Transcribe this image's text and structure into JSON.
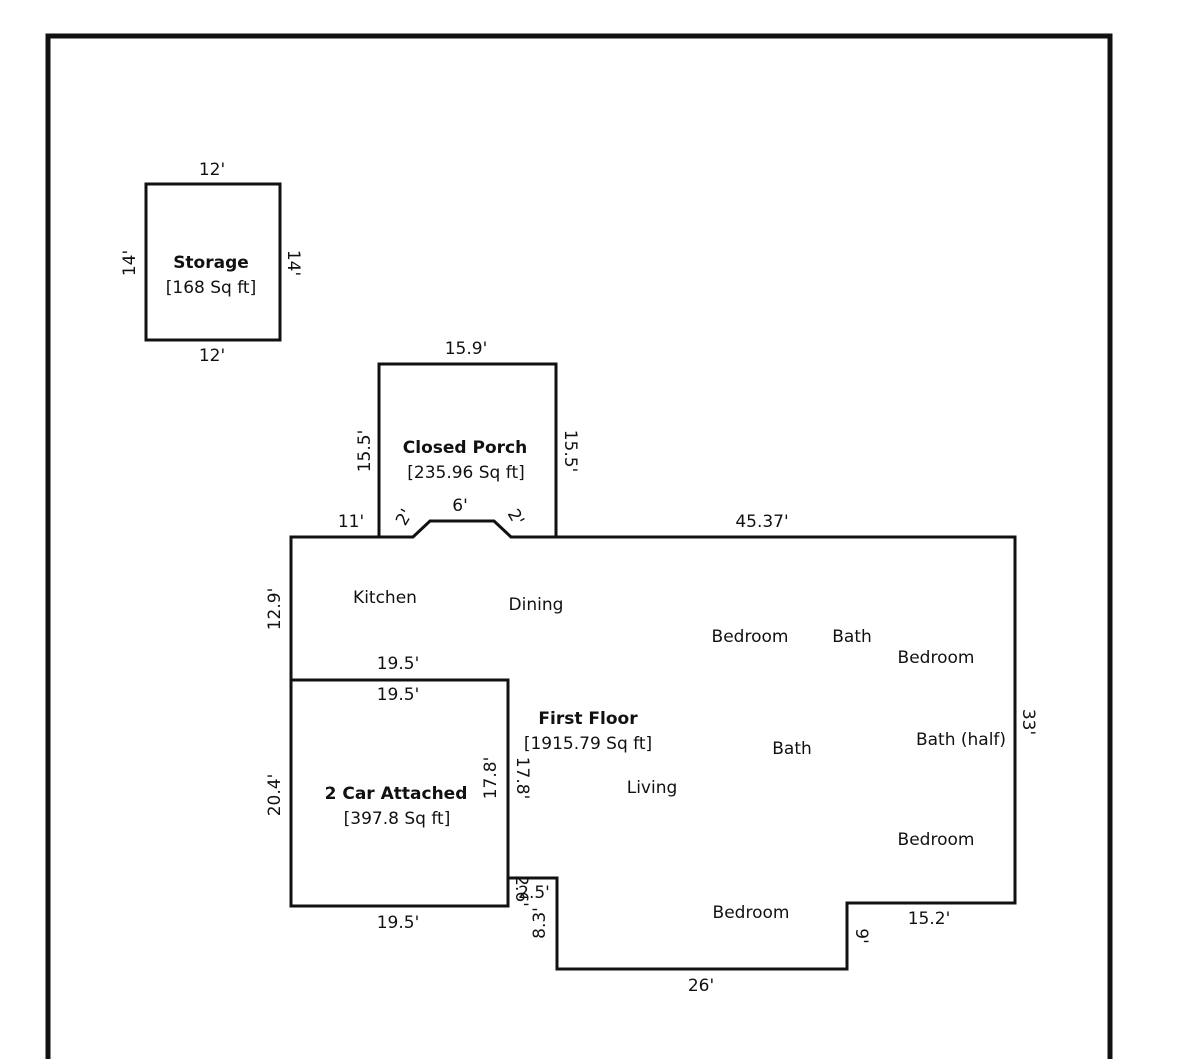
{
  "areas": {
    "storage": {
      "name": "Storage",
      "area": "[168 Sq ft]",
      "top": "12'",
      "bottom": "12'",
      "left": "14'",
      "right": "14'"
    },
    "porch": {
      "name": "Closed Porch",
      "area": "[235.96 Sq ft]",
      "top": "15.9'",
      "left": "15.5'",
      "right": "15.5'",
      "step_left": "2'",
      "step_mid": "6'",
      "step_right": "2'"
    },
    "first_floor": {
      "name": "First Floor",
      "area": "[1915.79 Sq ft]",
      "top_left": "11'",
      "top_right": "45.37'",
      "left_upper": "12.9'",
      "right": "33'",
      "bottom_right": "15.2'",
      "bottom_notch": "26'",
      "notch_right": "9'",
      "notch_left": "8.3'",
      "notch_small_a": "2.5'",
      "notch_small_b": "2.6'",
      "garage_top_outer": "19.5'",
      "garage_right_outer": "17.8'"
    },
    "garage": {
      "name": "2 Car Attached",
      "area": "[397.8 Sq ft]",
      "top": "19.5'",
      "bottom": "19.5'",
      "left": "20.4'",
      "right": "17.8'"
    }
  },
  "rooms": {
    "kitchen": "Kitchen",
    "dining": "Dining",
    "bedroom1": "Bedroom",
    "bath1": "Bath",
    "bedroom2": "Bedroom",
    "bath2": "Bath",
    "bath_half": "Bath (half)",
    "living": "Living",
    "bedroom3": "Bedroom",
    "bedroom4": "Bedroom"
  }
}
